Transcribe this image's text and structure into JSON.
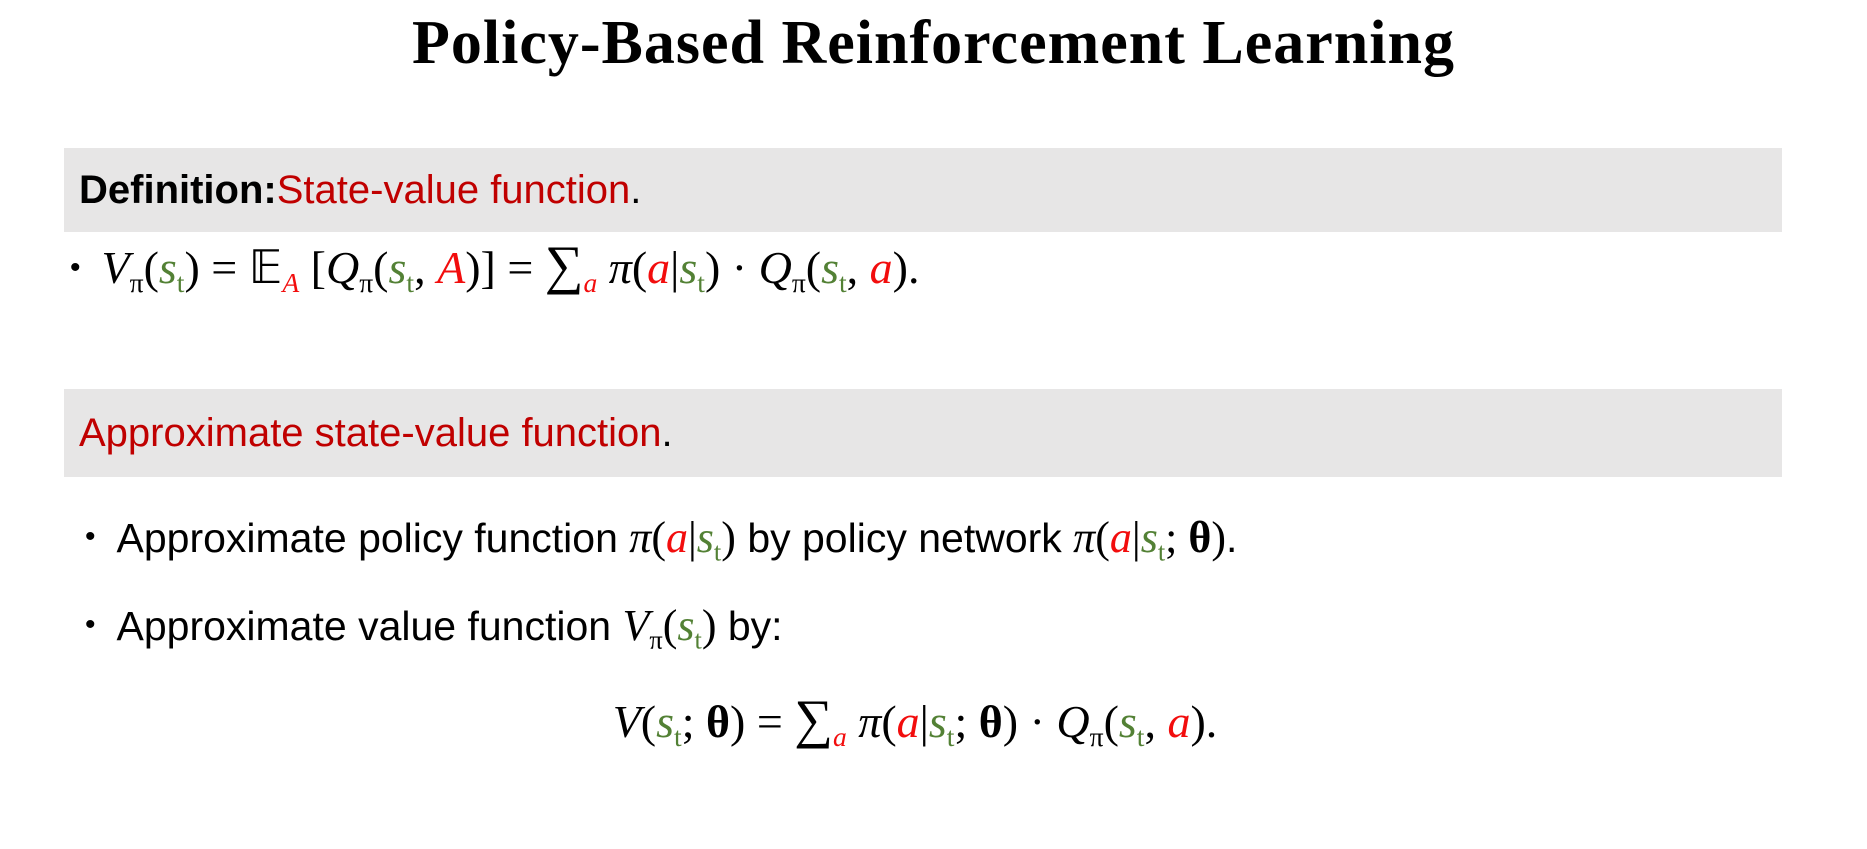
{
  "slide": {
    "title": "Policy-Based Reinforcement Learning",
    "bullet_char": "•",
    "colors": {
      "background": "#FFFFFF",
      "text": "#000000",
      "box_bg": "#E7E6E6",
      "heading_red": "#C00000",
      "math_red": "#F20D0D",
      "math_green": "#538135"
    },
    "boxes": {
      "definition": {
        "bold_label": "Definition:",
        "red_text": " State-value function",
        "suffix": "."
      },
      "approximate": {
        "red_text": "Approximate state-value function",
        "suffix": "."
      }
    },
    "bullets": {
      "b1": {
        "pre": "Approximate policy function ",
        "mid": " by policy network ",
        "suffix": "."
      },
      "b2": {
        "pre": "Approximate value function ",
        "suffix": " by:"
      }
    },
    "formulas": {
      "state_value": [
        {
          "t": "V",
          "i": 1
        },
        {
          "t": "π",
          "sub": 1
        },
        {
          "t": "("
        },
        {
          "t": "s",
          "i": 1,
          "c": "g"
        },
        {
          "t": "t",
          "sub": 1,
          "c": "g"
        },
        {
          "t": ")"
        },
        {
          "t": " = "
        },
        {
          "t": "𝔼",
          "bb": 1
        },
        {
          "t": "A",
          "sub": 1,
          "i": 1,
          "c": "r"
        },
        {
          "t": " ["
        },
        {
          "t": "Q",
          "i": 1
        },
        {
          "t": "π",
          "sub": 1
        },
        {
          "t": "("
        },
        {
          "t": "s",
          "i": 1,
          "c": "g"
        },
        {
          "t": "t",
          "sub": 1,
          "c": "g"
        },
        {
          "t": ", "
        },
        {
          "t": "A",
          "i": 1,
          "c": "r"
        },
        {
          "t": ")]"
        },
        {
          "t": " = "
        },
        {
          "t": "∑",
          "big": 1
        },
        {
          "t": "a",
          "sub": 1,
          "i": 1,
          "c": "r"
        },
        {
          "t": " "
        },
        {
          "t": "π",
          "i": 1
        },
        {
          "t": "("
        },
        {
          "t": "a",
          "i": 1,
          "c": "r"
        },
        {
          "t": "|"
        },
        {
          "t": "s",
          "i": 1,
          "c": "g"
        },
        {
          "t": "t",
          "sub": 1,
          "c": "g"
        },
        {
          "t": ")"
        },
        {
          "t": " · "
        },
        {
          "t": "Q",
          "i": 1
        },
        {
          "t": "π",
          "sub": 1
        },
        {
          "t": "("
        },
        {
          "t": "s",
          "i": 1,
          "c": "g"
        },
        {
          "t": "t",
          "sub": 1,
          "c": "g"
        },
        {
          "t": ", "
        },
        {
          "t": "a",
          "i": 1,
          "c": "r"
        },
        {
          "t": ")."
        }
      ],
      "pi_a_st": [
        {
          "t": "π",
          "i": 1
        },
        {
          "t": "("
        },
        {
          "t": "a",
          "i": 1,
          "c": "r"
        },
        {
          "t": "|"
        },
        {
          "t": "s",
          "i": 1,
          "c": "g"
        },
        {
          "t": "t",
          "sub": 1,
          "c": "g"
        },
        {
          "t": ")"
        }
      ],
      "pi_a_st_theta": [
        {
          "t": "π",
          "i": 1
        },
        {
          "t": "("
        },
        {
          "t": "a",
          "i": 1,
          "c": "r"
        },
        {
          "t": "|"
        },
        {
          "t": "s",
          "i": 1,
          "c": "g"
        },
        {
          "t": "t",
          "sub": 1,
          "c": "g"
        },
        {
          "t": "; "
        },
        {
          "t": "θ",
          "b": 1
        },
        {
          "t": ")"
        }
      ],
      "v_pi_st": [
        {
          "t": "V",
          "i": 1
        },
        {
          "t": "π",
          "sub": 1
        },
        {
          "t": "("
        },
        {
          "t": "s",
          "i": 1,
          "c": "g"
        },
        {
          "t": "t",
          "sub": 1,
          "c": "g"
        },
        {
          "t": ")"
        }
      ],
      "approx_value": [
        {
          "t": "V",
          "i": 1
        },
        {
          "t": "("
        },
        {
          "t": "s",
          "i": 1,
          "c": "g"
        },
        {
          "t": "t",
          "sub": 1,
          "c": "g"
        },
        {
          "t": "; "
        },
        {
          "t": "θ",
          "b": 1
        },
        {
          "t": ")"
        },
        {
          "t": " = "
        },
        {
          "t": "∑",
          "big": 1
        },
        {
          "t": "a",
          "sub": 1,
          "i": 1,
          "c": "r"
        },
        {
          "t": " "
        },
        {
          "t": "π",
          "i": 1
        },
        {
          "t": "("
        },
        {
          "t": "a",
          "i": 1,
          "c": "r"
        },
        {
          "t": "|"
        },
        {
          "t": "s",
          "i": 1,
          "c": "g"
        },
        {
          "t": "t",
          "sub": 1,
          "c": "g"
        },
        {
          "t": "; "
        },
        {
          "t": "θ",
          "b": 1
        },
        {
          "t": ")"
        },
        {
          "t": " · "
        },
        {
          "t": "Q",
          "i": 1
        },
        {
          "t": "π",
          "sub": 1
        },
        {
          "t": "("
        },
        {
          "t": "s",
          "i": 1,
          "c": "g"
        },
        {
          "t": "t",
          "sub": 1,
          "c": "g"
        },
        {
          "t": ", "
        },
        {
          "t": "a",
          "i": 1,
          "c": "r"
        },
        {
          "t": ")."
        }
      ]
    }
  }
}
